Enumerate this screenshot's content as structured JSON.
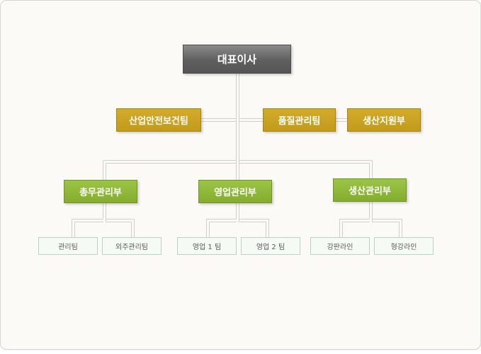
{
  "ceo": {
    "label": "대표이사"
  },
  "staff": [
    {
      "label": "산업안전보건팀"
    },
    {
      "label": "품질관리팀"
    },
    {
      "label": "생산지원부"
    }
  ],
  "departments": [
    {
      "label": "총무관리부",
      "teams": [
        {
          "label": "관리팀"
        },
        {
          "label": "외주관리팀"
        }
      ]
    },
    {
      "label": "영업관리부",
      "teams": [
        {
          "label": "영업 1 팀"
        },
        {
          "label": "영업 2 팀"
        }
      ]
    },
    {
      "label": "생산관리부",
      "teams": [
        {
          "label": "강판라인"
        },
        {
          "label": "형강라인"
        }
      ]
    }
  ],
  "colors": {
    "ceo": "#5f5f5f",
    "staff": "#c9a122",
    "department": "#8db635",
    "team_border": "#b9d5bf",
    "connector": "#cfcfcf"
  }
}
